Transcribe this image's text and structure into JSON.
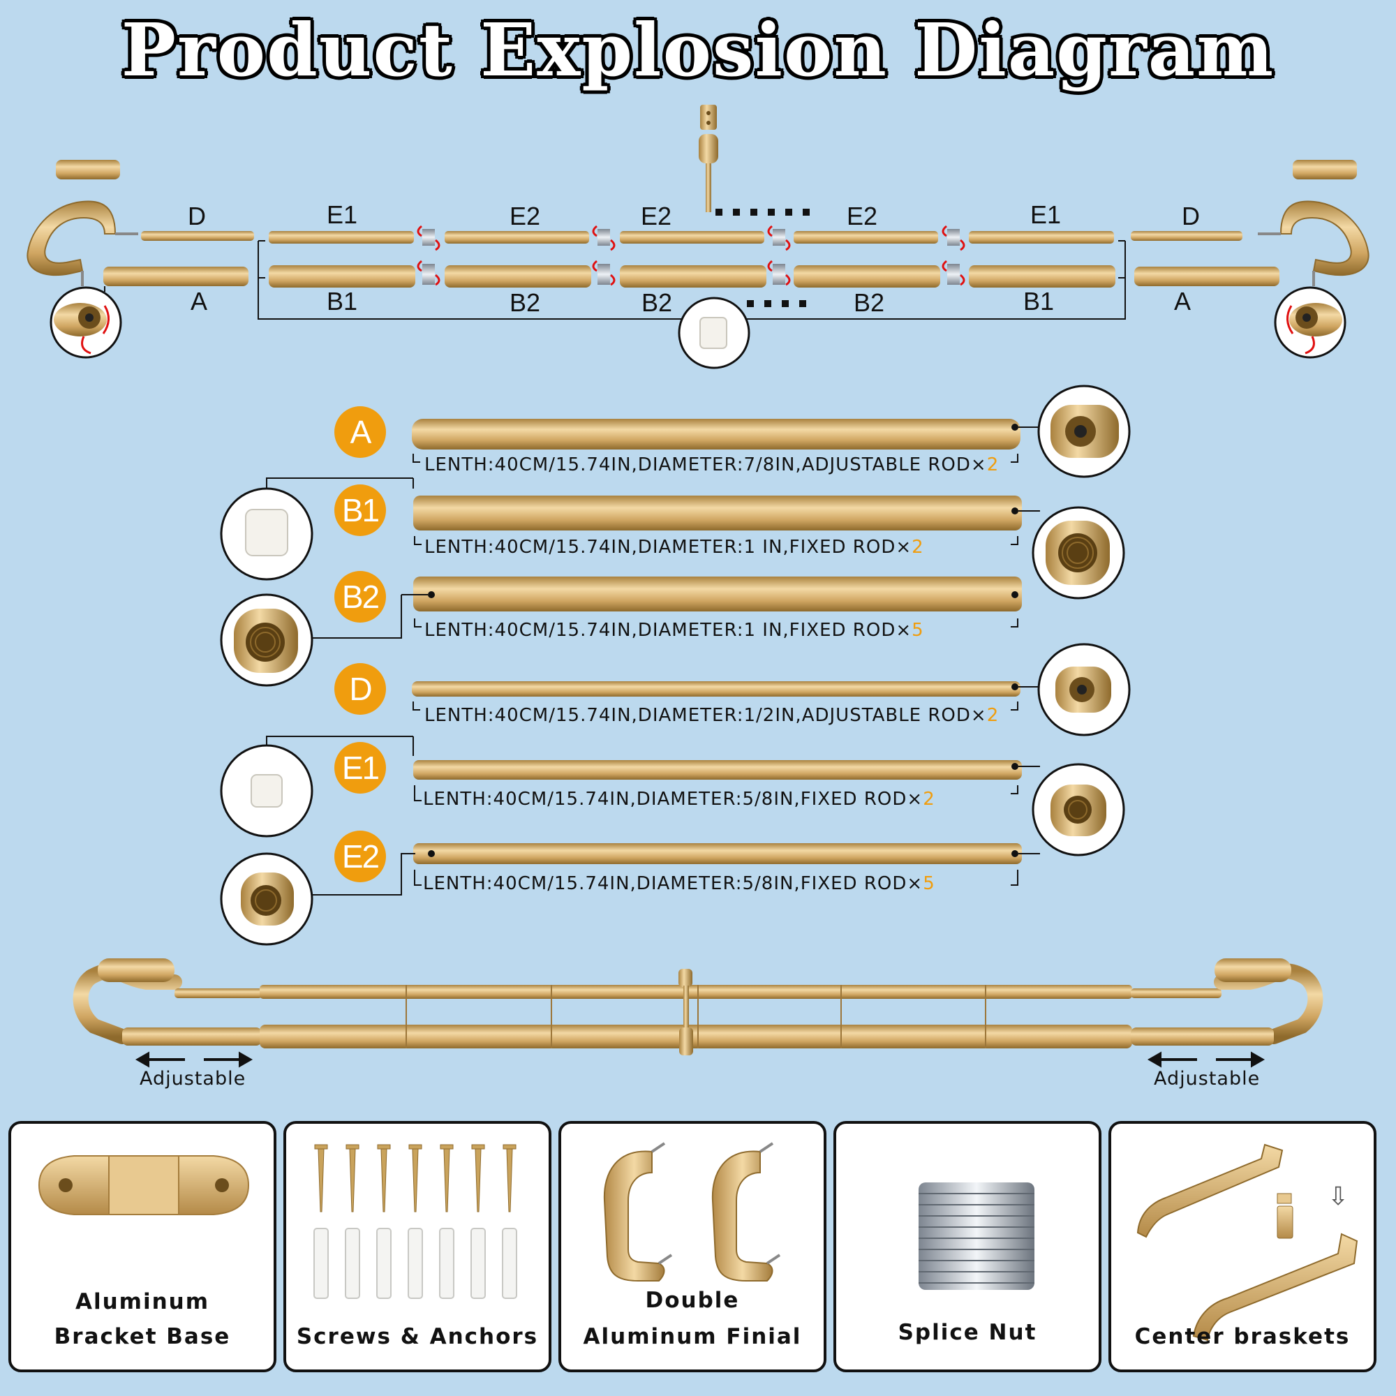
{
  "title": "Product Explosion Diagram",
  "diagram": {
    "top_row_labels": [
      "D",
      "E1",
      "E2",
      "E2",
      "E2",
      "E1",
      "D"
    ],
    "bottom_row_labels": [
      "A",
      "B1",
      "B2",
      "B2",
      "B2",
      "B1",
      "A"
    ]
  },
  "parts": [
    {
      "id": "A",
      "spec": "LENTH:40CM/15.74IN,DIAMETER:7/8IN,ADJUSTABLE ROD×",
      "qty": "2"
    },
    {
      "id": "B1",
      "spec": "LENTH:40CM/15.74IN,DIAMETER:1 IN,FIXED ROD×",
      "qty": "2"
    },
    {
      "id": "B2",
      "spec": "LENTH:40CM/15.74IN,DIAMETER:1 IN,FIXED ROD×",
      "qty": "5"
    },
    {
      "id": "D",
      "spec": "LENTH:40CM/15.74IN,DIAMETER:1/2IN,ADJUSTABLE ROD×",
      "qty": "2"
    },
    {
      "id": "E1",
      "spec": "LENTH:40CM/15.74IN,DIAMETER:5/8IN,FIXED ROD×",
      "qty": "2"
    },
    {
      "id": "E2",
      "spec": "LENTH:40CM/15.74IN,DIAMETER:5/8IN,FIXED ROD×",
      "qty": "5"
    }
  ],
  "adjustable_left": "Adjustable",
  "adjustable_right": "Adjustable",
  "cards": [
    {
      "line1": "Aluminum",
      "line2": "Bracket Base"
    },
    {
      "line1": "",
      "line2": "Screws & Anchors"
    },
    {
      "line1": "Double",
      "line2": "Aluminum Finial"
    },
    {
      "line1": "",
      "line2": "Splice Nut"
    },
    {
      "line1": "",
      "line2": "Center braskets"
    }
  ],
  "colors": {
    "background": "#bcd9ee",
    "gold": "#d4a967",
    "badge": "#f09d0e"
  }
}
